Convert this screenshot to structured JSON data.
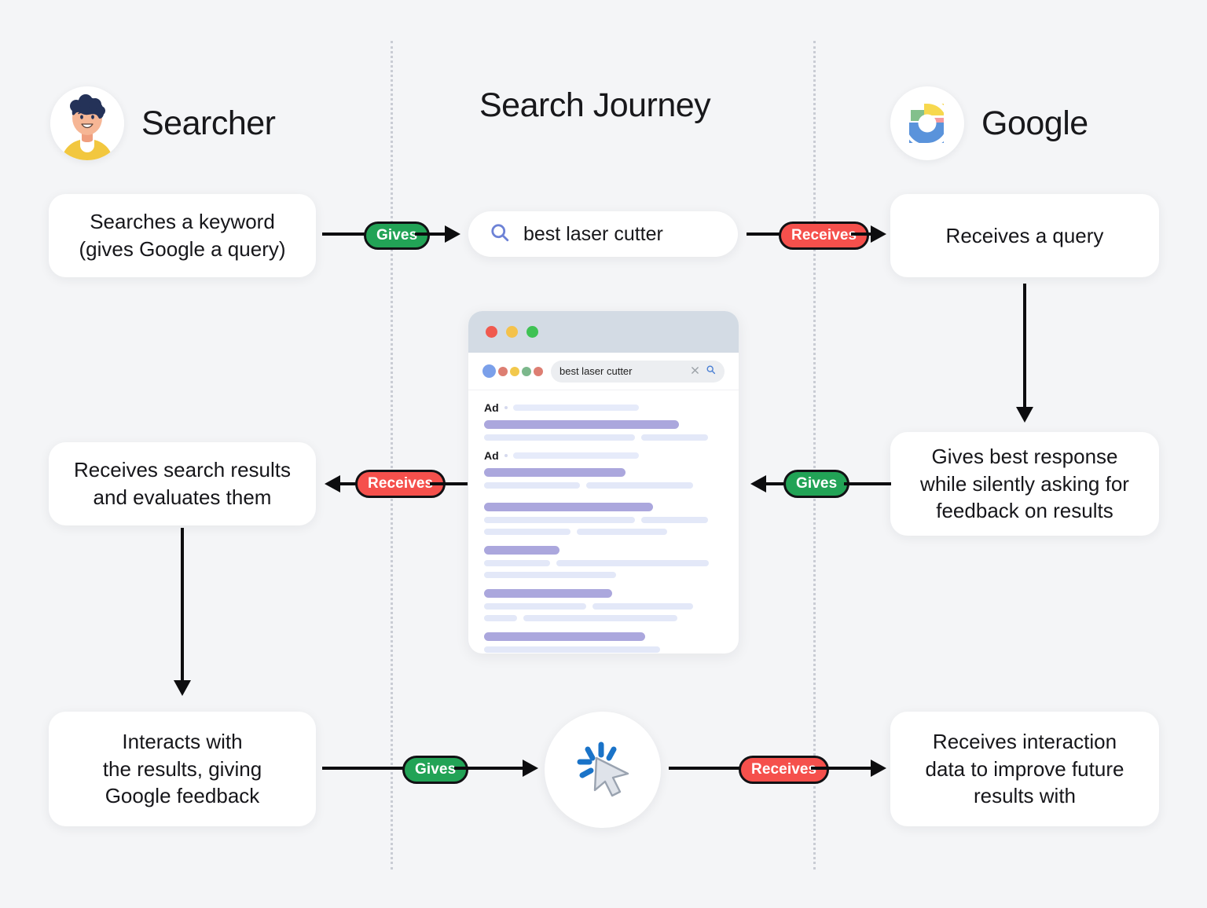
{
  "columns": {
    "searcher": {
      "title": "Searcher",
      "icon": "searcher-avatar-icon"
    },
    "journey": {
      "title": "Search Journey"
    },
    "google": {
      "title": "Google",
      "icon": "google-g-logo-icon"
    }
  },
  "searcher_steps": [
    {
      "id": "l1",
      "text": "Searches a keyword\n(gives Google a query)"
    },
    {
      "id": "l2",
      "text": "Receives search results\nand evaluates them"
    },
    {
      "id": "l3",
      "text": "Interacts with\nthe results, giving\nGoogle feedback"
    }
  ],
  "google_steps": [
    {
      "id": "r1",
      "text": "Receives a query"
    },
    {
      "id": "r2",
      "text": "Gives best response\nwhile silently asking for\nfeedback on results"
    },
    {
      "id": "r3",
      "text": "Receives interaction\ndata to improve future\nresults with"
    }
  ],
  "badges": {
    "row1_left": {
      "label": "Gives",
      "kind": "gives"
    },
    "row1_right": {
      "label": "Receives",
      "kind": "receives"
    },
    "row2_left": {
      "label": "Receives",
      "kind": "receives"
    },
    "row2_right": {
      "label": "Gives",
      "kind": "gives"
    },
    "row3_left": {
      "label": "Gives",
      "kind": "gives"
    },
    "row3_right": {
      "label": "Receives",
      "kind": "receives"
    }
  },
  "search_pill": {
    "query": "best laser cutter",
    "icon": "search-magnifier-icon"
  },
  "browser": {
    "traffic_lights": [
      "#f05a4f",
      "#f4c24b",
      "#3fc254"
    ],
    "toolbar_dots": [
      "#7ba0ea",
      "#dd7e72",
      "#f2c84c",
      "#7cb88c",
      "#dd7e72"
    ],
    "address_query": "best laser cutter",
    "clear_icon": "close-x-icon",
    "search_icon": "search-magnifier-icon",
    "results": [
      {
        "ad": "Ad",
        "title_w": 248,
        "desc": [
          [
            245,
            85
          ]
        ],
        "desc2": []
      },
      {
        "ad": "Ad",
        "title_w": 180,
        "desc": [
          [
            125,
            136
          ]
        ],
        "desc2": []
      },
      {
        "ad": "",
        "title_w": 215,
        "desc": [
          [
            245,
            85
          ]
        ],
        "desc2": [
          [
            100,
            115
          ]
        ]
      },
      {
        "ad": "",
        "title_w": 96,
        "desc": [
          [
            88,
            200
          ]
        ],
        "desc2": [
          [
            172
          ]
        ]
      },
      {
        "ad": "",
        "title_w": 163,
        "desc": [
          [
            134,
            132
          ]
        ],
        "desc2": [
          [
            43,
            200
          ]
        ]
      },
      {
        "ad": "",
        "title_w": 205,
        "desc": [
          [
            228
          ]
        ],
        "desc2": [
          [
            88,
            202
          ]
        ]
      }
    ]
  },
  "click_icon": {
    "name": "click-cursor-icon",
    "cursor_color": "#dfe3ea",
    "ray_color": "#1a73c8"
  },
  "colors": {
    "gives_green": "#22a356",
    "receives_red": "#f5504c",
    "background": "#f4f5f7",
    "card": "#ffffff",
    "arrow": "#0d0d0f",
    "divider": "#c9ccd4",
    "result_title": "#aba7dd",
    "result_line": "#e3e8f8"
  }
}
